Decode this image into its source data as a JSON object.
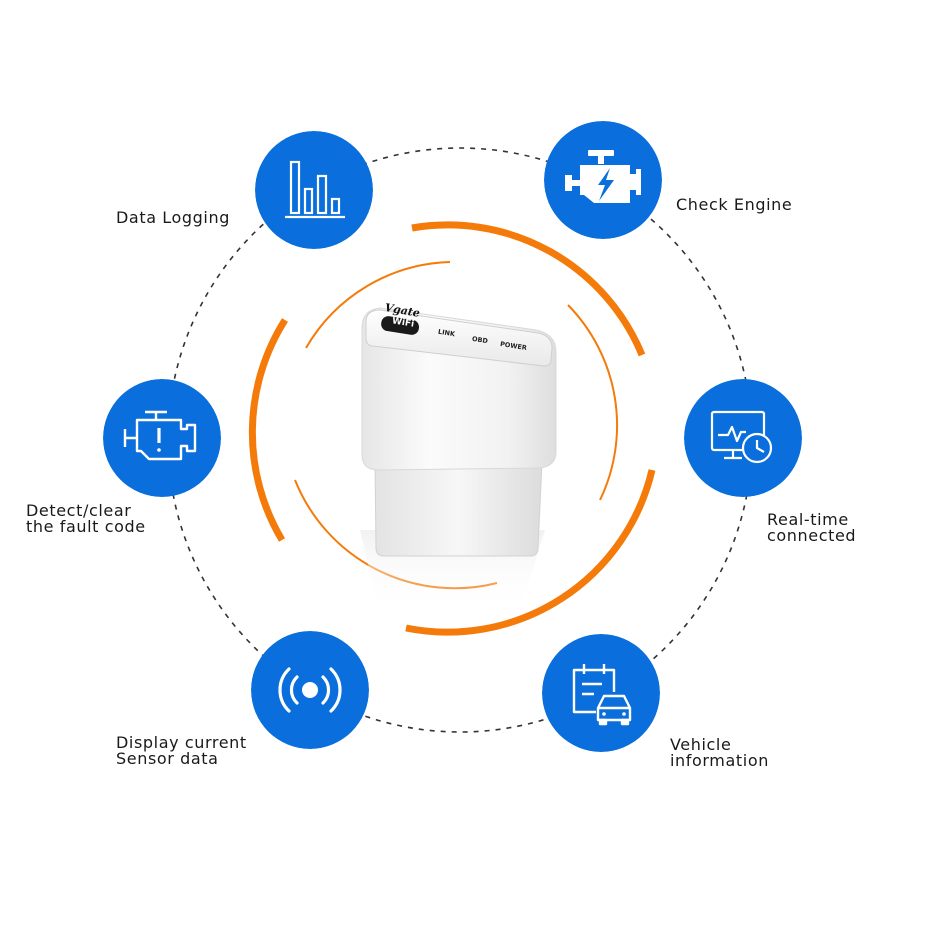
{
  "device": {
    "brand_text": "Vgate",
    "wifi_badge": "WiFi",
    "led_link": "LINK",
    "led_obd": "OBD",
    "led_power": "POWER"
  },
  "colors": {
    "feature_blue": "#0a6fdc",
    "ring_orange": "#f47b0a",
    "dashed_circle": "#333333",
    "device_white": "#f4f4f4"
  },
  "features": [
    {
      "id": "data-logging",
      "icon": "bar-chart-icon",
      "lines": [
        "Data Logging"
      ]
    },
    {
      "id": "check-engine",
      "icon": "engine-lightning-icon",
      "lines": [
        "Check Engine"
      ]
    },
    {
      "id": "fault-code",
      "icon": "engine-warning-icon",
      "lines": [
        "Detect/clear",
        "the fault code"
      ]
    },
    {
      "id": "real-time",
      "icon": "monitor-clock-icon",
      "lines": [
        "Real-time",
        "connected"
      ]
    },
    {
      "id": "sensor-data",
      "icon": "sensor-signal-icon",
      "lines": [
        "Display current",
        "Sensor data"
      ]
    },
    {
      "id": "vehicle-info",
      "icon": "clipboard-car-icon",
      "lines": [
        "Vehicle",
        "information"
      ]
    }
  ]
}
